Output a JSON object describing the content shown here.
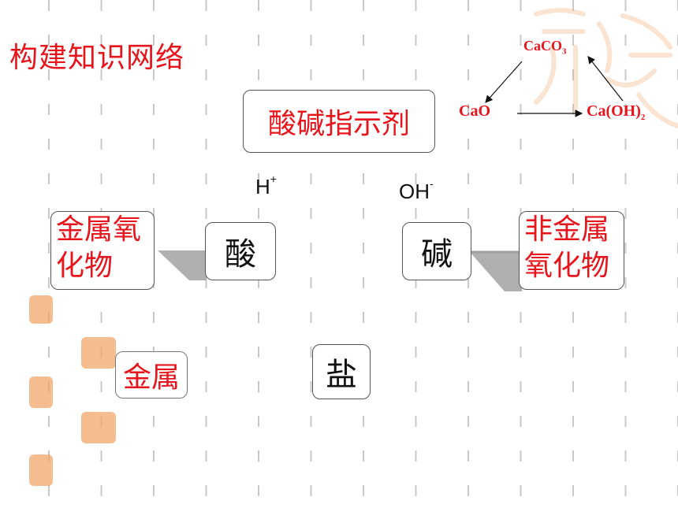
{
  "title": "构建知识网络",
  "nodes": {
    "indicator": "酸碱指示剂",
    "acid": "酸",
    "base": "碱",
    "salt": "盐",
    "metal_oxide": [
      "金属氧",
      "化物"
    ],
    "nonmetal_oxide": [
      "非金属",
      "氧化物"
    ],
    "metal": "金属"
  },
  "ions": {
    "h_base": "H",
    "h_sup": "+",
    "oh_base": "OH",
    "oh_sup": "-"
  },
  "cycle": {
    "caco3_base": "CaCO",
    "caco3_sub": "3",
    "cao": "CaO",
    "caoh2_base": "Ca(OH)",
    "caoh2_sub": "2"
  },
  "colors": {
    "accent_red": "#e8141b",
    "grid": "#c8c8c8",
    "seal": "#f0b07a",
    "connector": "#b0b0b0"
  }
}
